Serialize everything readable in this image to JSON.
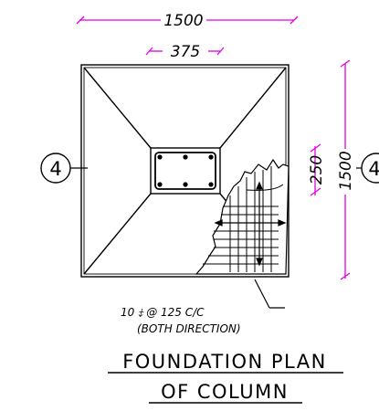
{
  "dimensions": {
    "footing_width": "1500",
    "column_width": "375",
    "column_depth": "250",
    "footing_length": "1500"
  },
  "grid": {
    "left_marker": "4",
    "right_marker": "4"
  },
  "reinforcement_note": {
    "line1": "10 ⤈      @ 125 C/C",
    "line2": "(BOTH DIRECTION)"
  },
  "title": {
    "line1": "FOUNDATION  PLAN",
    "line2": "OF  COLUMN"
  },
  "colors": {
    "dimension": "#e000e0",
    "linework": "#000000",
    "background": "#ffffff"
  }
}
